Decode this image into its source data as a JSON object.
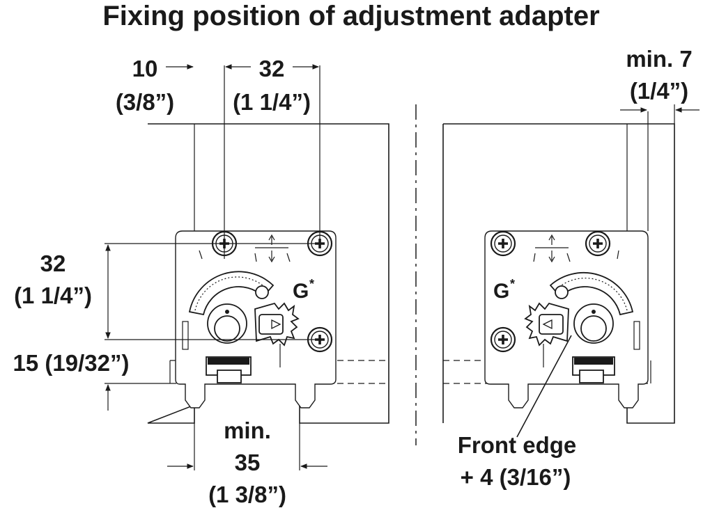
{
  "title": "Fixing position of adjustment adapter",
  "dimensions": {
    "d10": "10",
    "d10_in": "(3/8”)",
    "d32_h": "32",
    "d32_h_in": "(1 1/4”)",
    "d32_v": "32",
    "d32_v_in": "(1 1/4”)",
    "d15": "15 (19/32”)",
    "min7": "min. 7",
    "min7_in": "(1/4”)",
    "min35_a": "min.",
    "min35_b": "35",
    "min35_in": "(1 3/8”)",
    "front_edge": "Front edge",
    "front_edge_2": "+ 4 (3/16”)"
  },
  "marks": {
    "g_left": "G",
    "g_right": "G",
    "asterisk": "*"
  },
  "colors": {
    "ink": "#1a1a1a",
    "background": "#ffffff"
  }
}
